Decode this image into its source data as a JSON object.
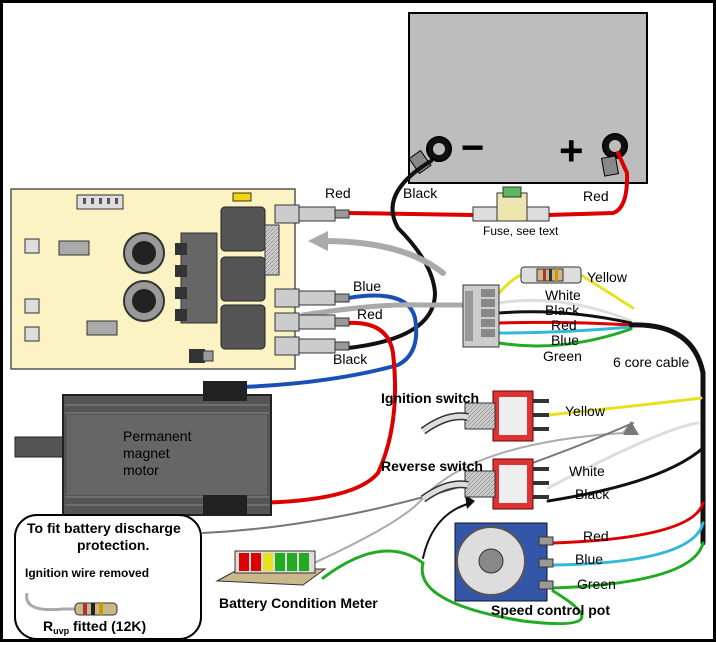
{
  "battery": {
    "minus": "−",
    "plus": "+"
  },
  "wires": {
    "red_top": "Red",
    "black_batt": "Black",
    "red_batt": "Red",
    "fuse": "Fuse, see text",
    "yellow": "Yellow",
    "white": "White",
    "black": "Black",
    "red": "Red",
    "blue": "Blue",
    "green": "Green",
    "six_core": "6 core cable",
    "blue_motor": "Blue",
    "red_motor": "Red",
    "black_motor": "Black"
  },
  "motor": {
    "line1": "Permanent",
    "line2": "magnet",
    "line3": "motor"
  },
  "ignition": {
    "title": "Ignition switch",
    "wire": "Yellow"
  },
  "reverse": {
    "title": "Reverse switch",
    "wire_white": "White",
    "wire_black": "Black"
  },
  "pot": {
    "title": "Speed control pot",
    "red": "Red",
    "blue": "Blue",
    "green": "Green"
  },
  "meter": {
    "title": "Battery Condition Meter"
  },
  "protection": {
    "title1": "To fit battery discharge",
    "title2": "protection.",
    "note": "Ignition wire removed",
    "resistor_r": "R",
    "resistor_sub": "uvp",
    "resistor_rest": " fitted (12K)"
  }
}
